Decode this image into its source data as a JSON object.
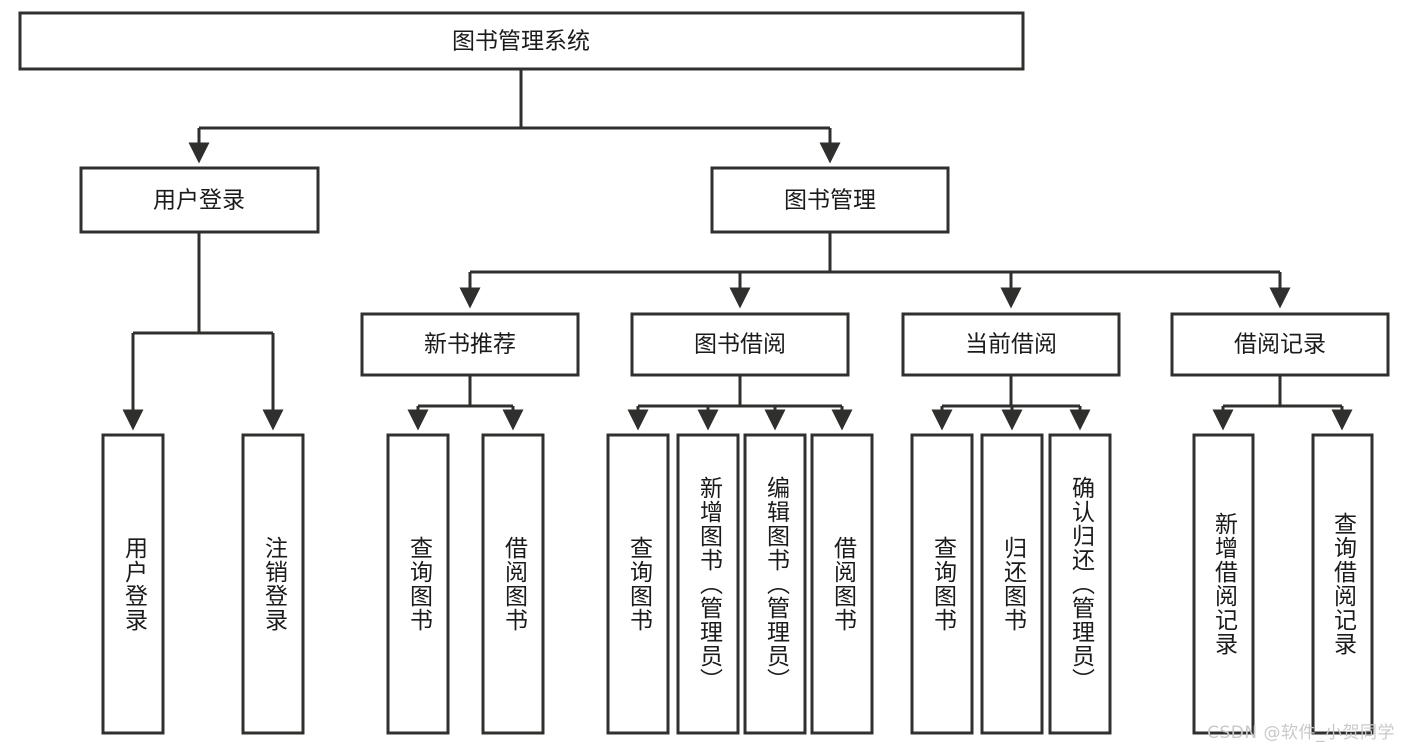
{
  "diagram": {
    "title": "图书管理系统",
    "type": "tree-hierarchy",
    "watermark": "CSDN @软件_小贺同学",
    "colors": {
      "box_stroke": "#30302f",
      "box_fill": "#ffffff",
      "link": "#2f2f2e",
      "text": "#1b1b1b",
      "watermark": "#c9c9c9",
      "background": "#ffffff"
    },
    "nodes": {
      "root": {
        "label": "图书管理系统"
      },
      "level2": [
        {
          "id": "user-login",
          "label": "用户登录"
        },
        {
          "id": "book-manage",
          "label": "图书管理"
        }
      ],
      "level3": [
        {
          "id": "new-book-recommend",
          "label": "新书推荐"
        },
        {
          "id": "book-borrow",
          "label": "图书借阅"
        },
        {
          "id": "current-borrow",
          "label": "当前借阅"
        },
        {
          "id": "borrow-record",
          "label": "借阅记录"
        }
      ],
      "leaves": {
        "user-login": [
          {
            "id": "leaf-user-login",
            "label": "用户登录"
          },
          {
            "id": "leaf-logout-login",
            "label": "注销登录"
          }
        ],
        "new-book-recommend": [
          {
            "id": "leaf-query-book-1",
            "label": "查询图书"
          },
          {
            "id": "leaf-borrow-book-1",
            "label": "借阅图书"
          }
        ],
        "book-borrow": [
          {
            "id": "leaf-query-book-2",
            "label": "查询图书"
          },
          {
            "id": "leaf-add-book",
            "label": "新增图书（管理员）"
          },
          {
            "id": "leaf-edit-book",
            "label": "编辑图书（管理员）"
          },
          {
            "id": "leaf-borrow-book-2",
            "label": "借阅图书"
          }
        ],
        "current-borrow": [
          {
            "id": "leaf-query-book-3",
            "label": "查询图书"
          },
          {
            "id": "leaf-return-book",
            "label": "归还图书"
          },
          {
            "id": "leaf-confirm-return",
            "label": "确认归还（管理员）"
          }
        ],
        "borrow-record": [
          {
            "id": "leaf-add-record",
            "label": "新增借阅记录"
          },
          {
            "id": "leaf-query-record",
            "label": "查询借阅记录"
          }
        ]
      }
    }
  }
}
